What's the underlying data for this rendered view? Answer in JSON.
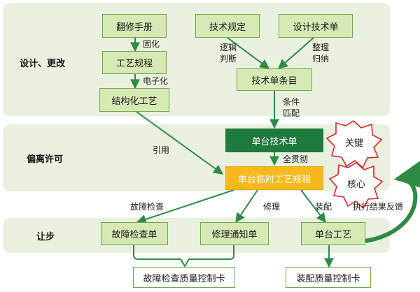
{
  "bands": {
    "design": "设计、更改",
    "deviation": "偏离许可",
    "concession": "让步"
  },
  "nodes": {
    "manual": "翻修手册",
    "tech_rules": "技术规定",
    "design_tech_sheet": "设计技术单",
    "process_spec": "工艺规程",
    "tech_item": "技术单条目",
    "structured_process": "结构化工艺",
    "single_tech_sheet": "单台技术单",
    "single_temp_process": "单台临时工艺规程",
    "fault_check_sheet": "故障检查单",
    "repair_notice": "修理通知单",
    "single_process": "单台工艺",
    "fault_quality_card": "故障检查质量控制卡",
    "assembly_quality_card": "装配质量控制卡"
  },
  "badges": {
    "key": "关键",
    "core": "核心"
  },
  "edge_labels": {
    "solidify": "固化",
    "electronize": "电子化",
    "logic_1": "逻辑",
    "logic_2": "判断",
    "organize_1": "整理",
    "organize_2": "归纳",
    "condition_1": "条件",
    "condition_2": "匹配",
    "cite": "引用",
    "implement": "全贯彻",
    "fault_check": "故障检查",
    "repair": "修理",
    "assembly": "装配",
    "feedback": "执行结果反馈"
  },
  "colors": {
    "band_bg": "#e9f0df",
    "box_fill": "#d6e8b4",
    "box_border": "#6fa84c",
    "arrow": "#2e8b45",
    "dark_box": "#1f7a3e",
    "gold_box": "#f5b81d",
    "badge_red": "#d8262b"
  }
}
